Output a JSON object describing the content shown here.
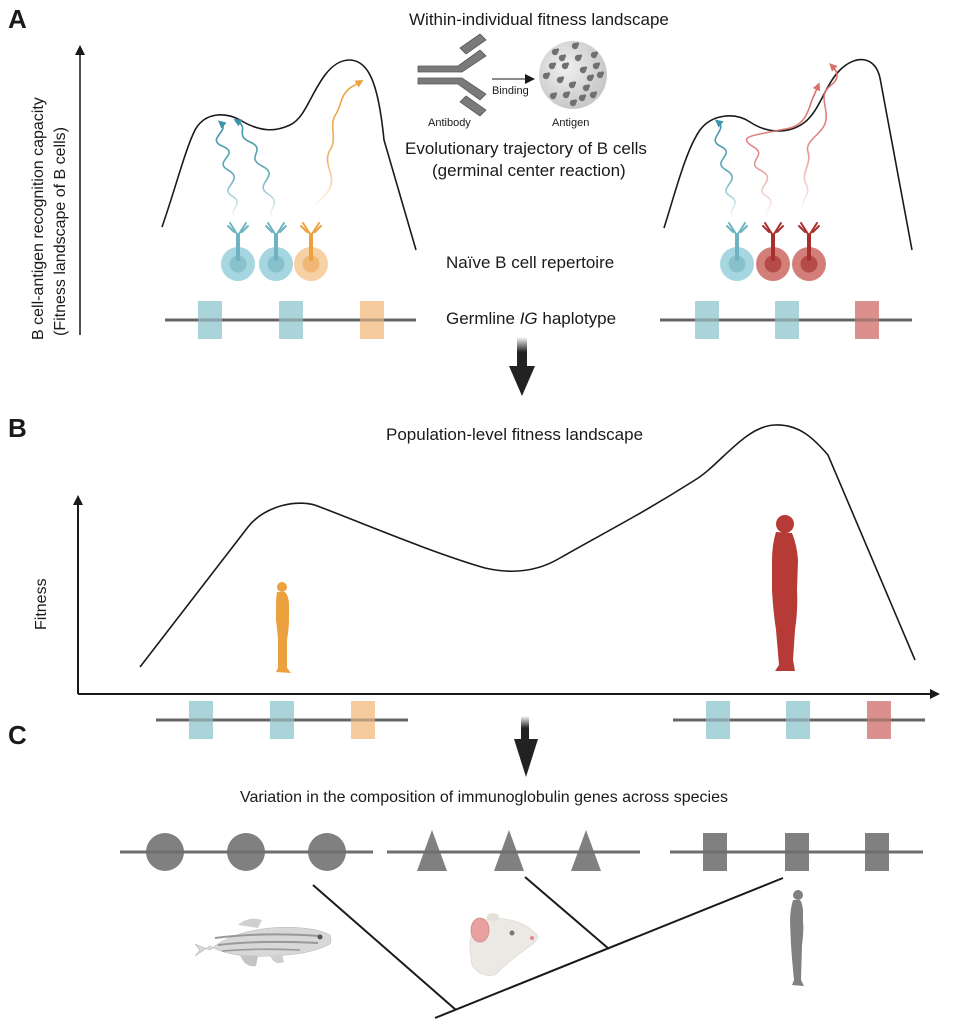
{
  "panels": {
    "A": {
      "letter": "A",
      "title": "Within-individual fitness landscape",
      "y_axis_label_line1": "B cell-antigen recognition capacity",
      "y_axis_label_line2": "(Fitness landscape of B cells)",
      "inset": {
        "antibody_label": "Antibody",
        "binding_label": "Binding",
        "antigen_label": "Antigen"
      },
      "trajectory_label_line1": "Evolutionary trajectory of B cells",
      "trajectory_label_line2": "(germinal center reaction)",
      "repertoire_label": "Naïve B cell repertoire",
      "haplotype_label_prefix": "Germline ",
      "haplotype_label_italic": "IG",
      "haplotype_label_suffix": " haplotype",
      "left_individual": {
        "cells": [
          "teal",
          "teal",
          "orange"
        ],
        "genes": [
          "teal",
          "teal",
          "orange"
        ]
      },
      "right_individual": {
        "cells": [
          "teal",
          "red",
          "red"
        ],
        "genes": [
          "teal",
          "teal",
          "red"
        ]
      }
    },
    "B": {
      "letter": "B",
      "title": "Population-level fitness landscape",
      "y_axis_label": "Fitness",
      "left_person_color": "orange",
      "right_person_color": "red",
      "left_haplotype": [
        "teal",
        "teal",
        "orange"
      ],
      "right_haplotype": [
        "teal",
        "teal",
        "red"
      ]
    },
    "C": {
      "letter": "C",
      "title": "Variation in the composition of immunoglobulin genes across species",
      "species": [
        {
          "name": "fish",
          "gene_shape": "circle"
        },
        {
          "name": "mouse",
          "gene_shape": "triangle"
        },
        {
          "name": "human",
          "gene_shape": "square"
        }
      ]
    }
  },
  "colors": {
    "teal": "#a6d1d8",
    "teal_dark": "#3a95a8",
    "orange": "#f5c99a",
    "orange_dark": "#eba13e",
    "red": "#d98a87",
    "red_dark": "#b63a36",
    "gray_gene": "#808080",
    "line": "#1a1a1a"
  }
}
